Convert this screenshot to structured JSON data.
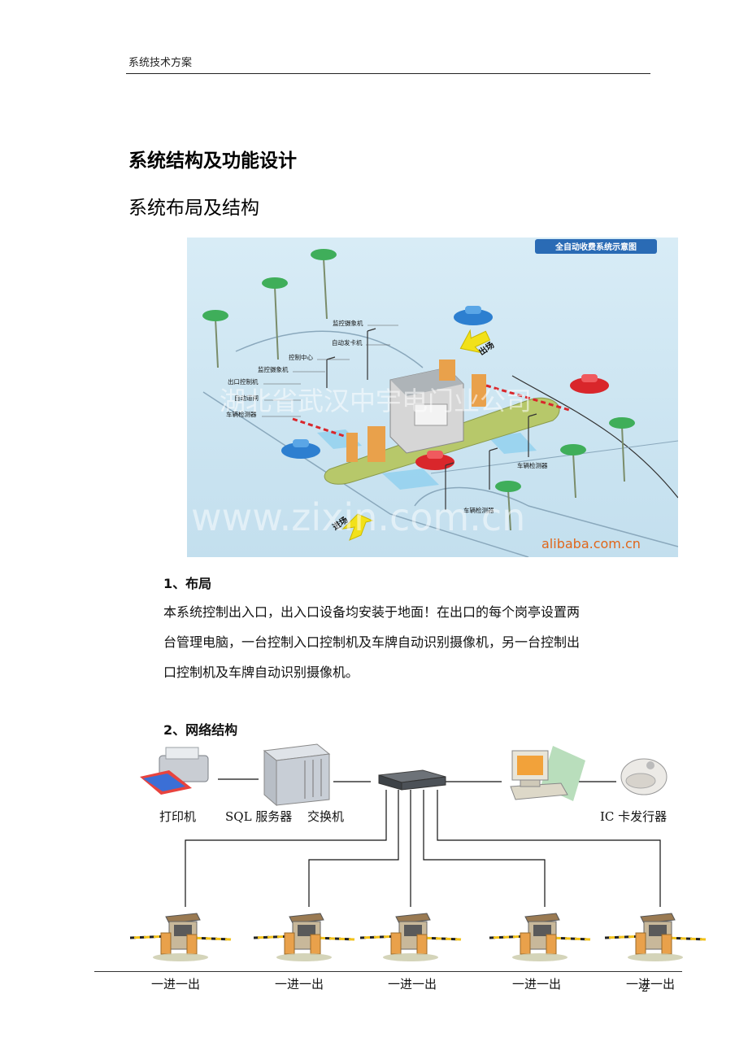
{
  "header": {
    "title": "系统技术方案"
  },
  "headings": {
    "h1": "系统结构及功能设计",
    "h2": "系统布局及结构"
  },
  "figure": {
    "banner": "全自动收费系统示意图",
    "labels": {
      "camera_top": "监控摄象机",
      "card_machine": "自动发卡机",
      "control_center": "控制中心",
      "camera": "监控摄象机",
      "exit_controller": "出口控制机",
      "auto_barrier": "自动道闸",
      "detector_left": "车辆检测器",
      "detector_right": "车辆检测器",
      "detector_bottom": "车辆检测器",
      "exit": "出场",
      "entry": "进场"
    },
    "watermarks": {
      "company": "湖北省武汉中宇电门业公司",
      "url": "www.zixin.com.cn",
      "source": "alibaba.com.cn"
    }
  },
  "section1": {
    "title": "1、布局",
    "lines": [
      "本系统控制出入口，出入口设备均安装于地面！在出口的每个岗亭设置两",
      "台管理电脑，一台控制入口控制机及车牌自动识别摄像机，另一台控制出",
      "口控制机及车牌自动识别摄像机。"
    ]
  },
  "section2": {
    "title": "2、网络结构",
    "devices": {
      "printer": "打印机",
      "server": "SQL 服务器",
      "switch": "交换机",
      "card_issuer": "IC 卡发行器"
    },
    "booths": [
      "一进一出",
      "一进一出",
      "一进一出",
      "一进一出",
      "一进一出"
    ]
  },
  "footer": {
    "page_number": "2"
  },
  "colors": {
    "sky": "#cfe6f2",
    "road": "#9cbfd6",
    "island": "#b7c86a",
    "booth": "#e9a14b",
    "car_red": "#d9262b",
    "car_blue": "#2d7fd0",
    "banner": "#2a6bb5"
  }
}
